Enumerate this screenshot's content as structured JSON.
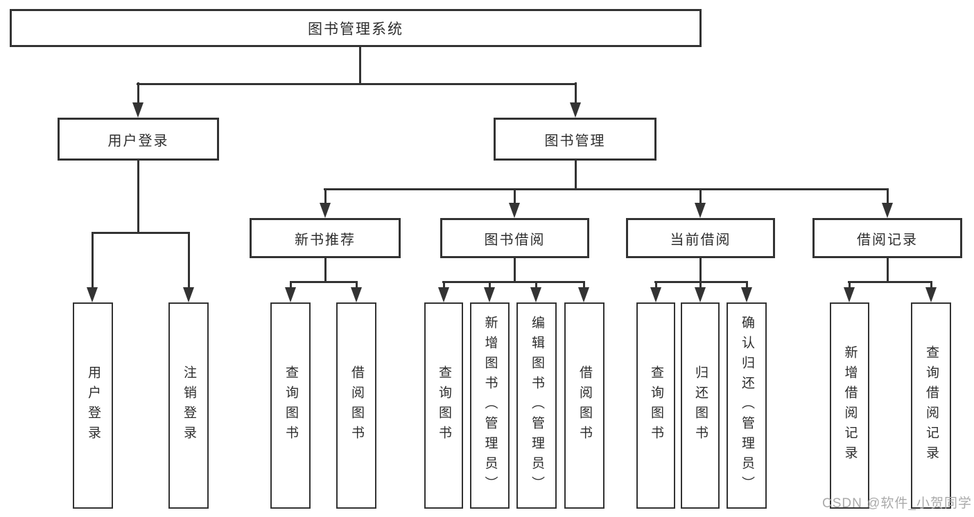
{
  "diagram": {
    "root": "图书管理系统",
    "level2": [
      "用户登录",
      "图书管理"
    ],
    "level3": [
      "新书推荐",
      "图书借阅",
      "当前借阅",
      "借阅记录"
    ],
    "leaves": {
      "user_login": [
        "用户登录",
        "注销登录"
      ],
      "new_book": [
        "查询图书",
        "借阅图书"
      ],
      "book_borrow": [
        "查询图书",
        "新增图书（管理员）",
        "编辑图书（管理员）",
        "借阅图书"
      ],
      "current_borrow": [
        "查询图书",
        "归还图书",
        "确认归还（管理员）"
      ],
      "borrow_record": [
        "新增借阅记录",
        "查询借阅记录"
      ]
    }
  },
  "watermark": "CSDN @软件_小贺同学",
  "colors": {
    "line": "#333333",
    "text": "#2d2d2d",
    "watermark": "#aaaaaa",
    "background": "#ffffff"
  }
}
